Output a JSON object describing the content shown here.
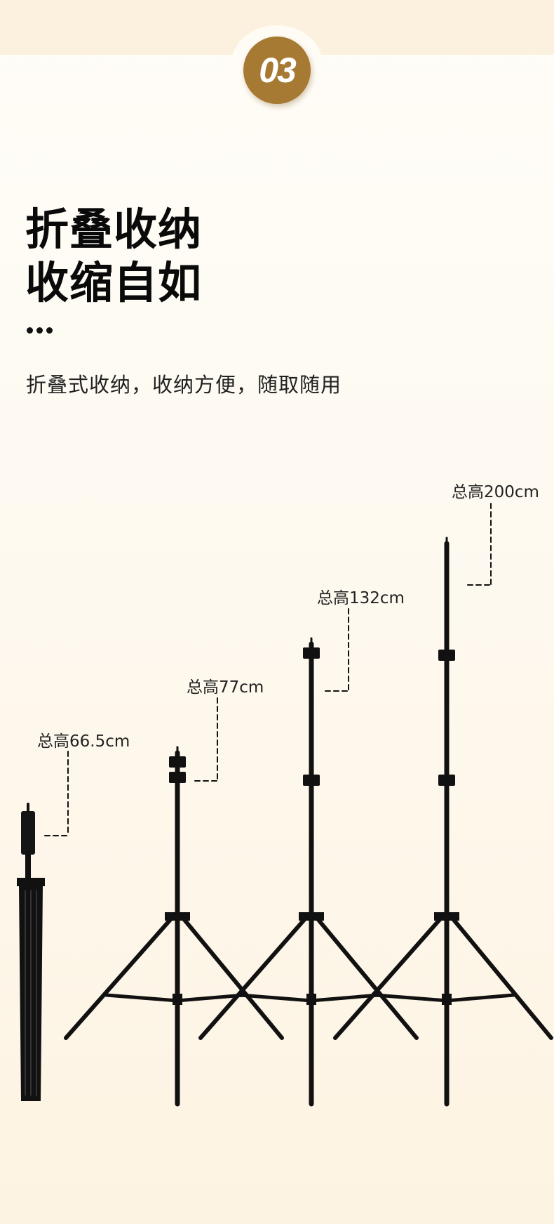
{
  "badge": {
    "number": "03",
    "color": "#a77a33"
  },
  "heading": {
    "line1": "折叠收纳",
    "line2": "收缩自如"
  },
  "subtitle": "折叠式收纳，收纳方便，随取随用",
  "heights": [
    {
      "label": "总高66.5cm",
      "value_cm": 66.5,
      "state": "folded"
    },
    {
      "label": "总高77cm",
      "value_cm": 77
    },
    {
      "label": "总高132cm",
      "value_cm": 132
    },
    {
      "label": "总高200cm",
      "value_cm": 200
    }
  ]
}
